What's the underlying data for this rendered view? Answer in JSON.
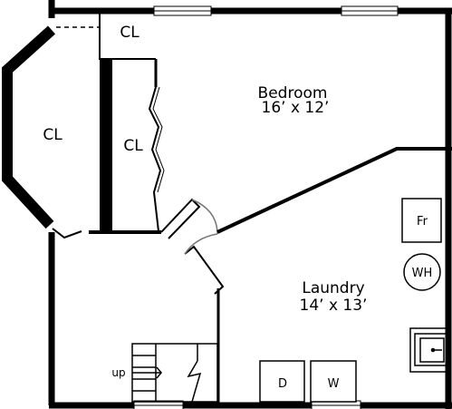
{
  "plan": {
    "rooms": {
      "bedroom": {
        "name": "Bedroom",
        "dims": "16’ x 12’"
      },
      "laundry": {
        "name": "Laundry",
        "dims": "14’ x 13’"
      }
    },
    "closets": {
      "top": "CL",
      "left": "CL",
      "inner": "CL"
    },
    "fixtures": {
      "fridge": "Fr",
      "water_heater": "WH",
      "dryer": "D",
      "washer": "W"
    },
    "stairs": {
      "label": "up"
    }
  }
}
